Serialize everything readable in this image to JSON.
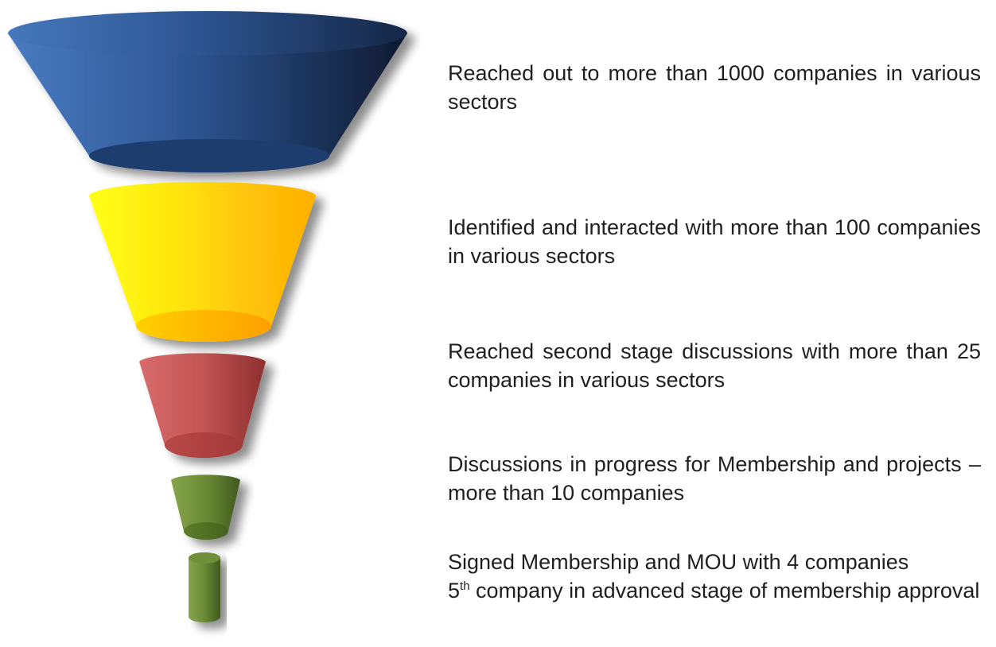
{
  "stages": [
    {
      "text": "Reached out to more than 1000 companies in various sectors",
      "color": "#3a64a8"
    },
    {
      "text": "Identified and interacted with more than 100 companies in various sectors",
      "color": "#ffc20e"
    },
    {
      "text": "Reached second stage discussions with more than 25 companies in various sectors",
      "color": "#c0504d"
    },
    {
      "text": "Discussions in progress for Membership and projects – more than 10 companies",
      "color": "#5f7f2e"
    },
    {
      "text": "Signed Membership and MOU with 4 companies",
      "text2_num": "5",
      "text2_sup": "th",
      "text2_rest": " company in advanced stage of membership approval",
      "color": "#5f7f2e"
    }
  ]
}
